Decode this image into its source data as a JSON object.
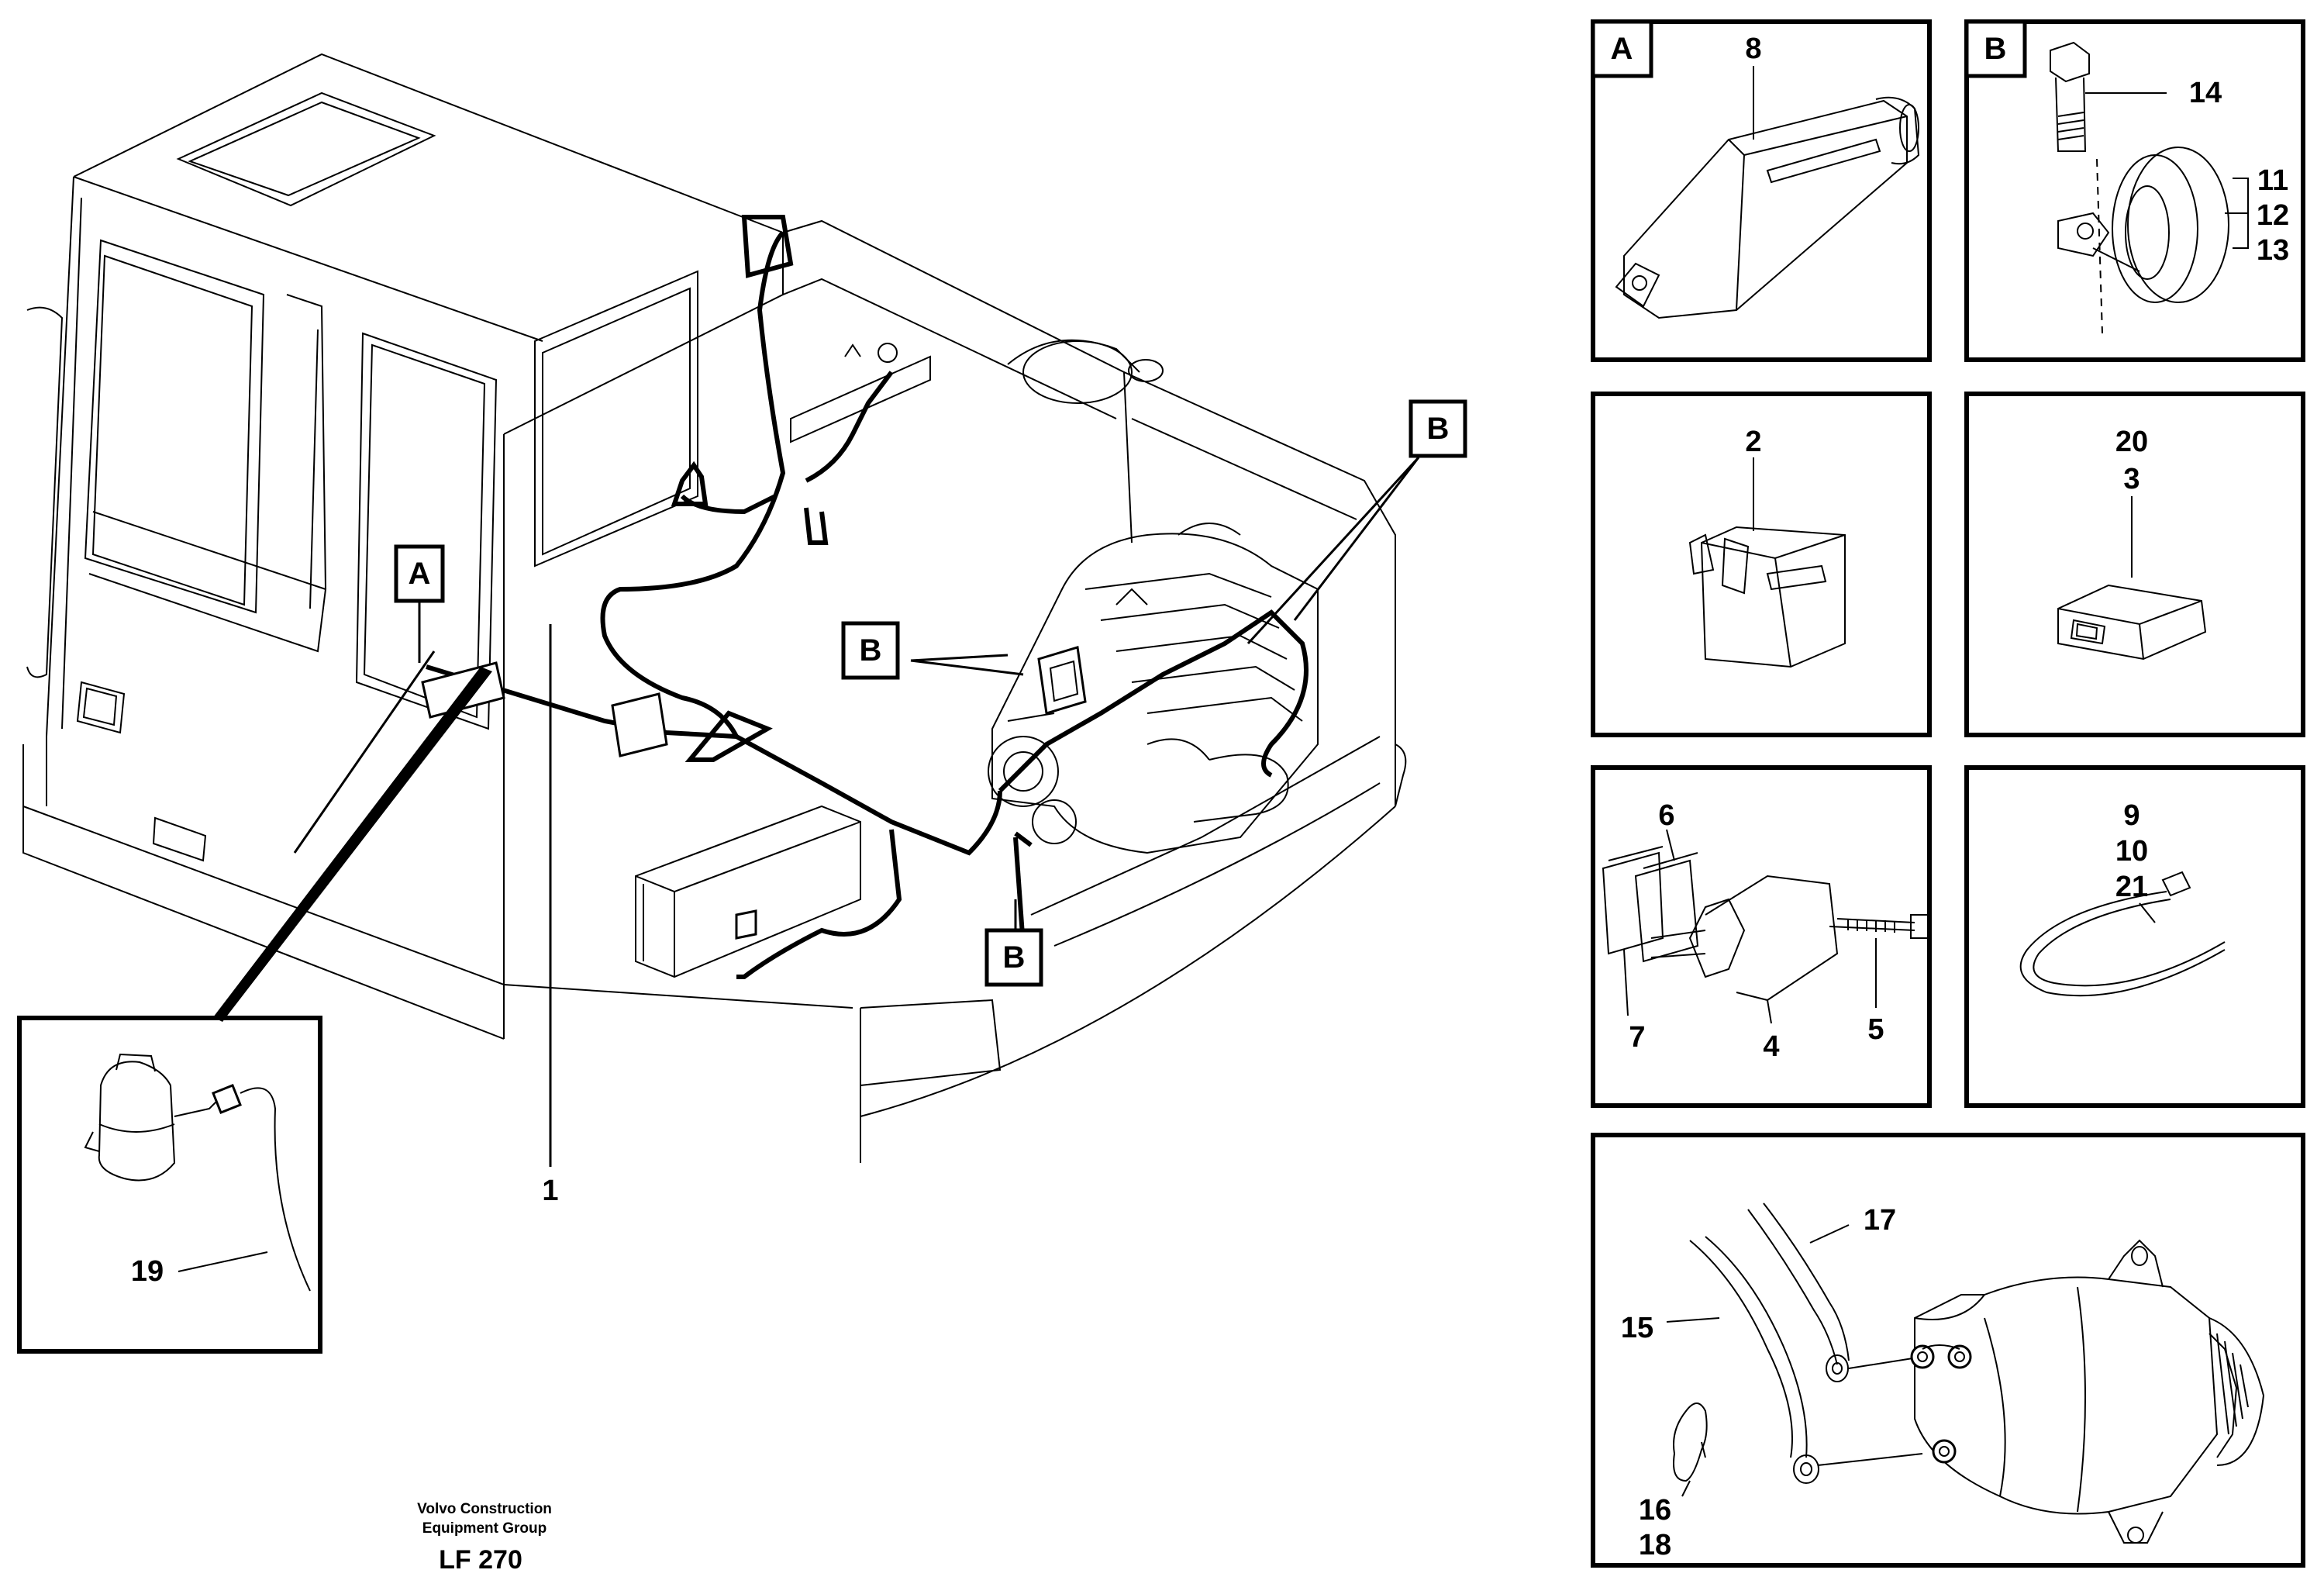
{
  "main_view": {
    "callouts": {
      "a_label": "A",
      "b_label_top": "B",
      "b_label_engine": "B",
      "b_label_bottom": "B",
      "part_1": "1"
    }
  },
  "detail_19": {
    "part_19": "19"
  },
  "panel_a": {
    "tag": "A",
    "part_8": "8"
  },
  "panel_b": {
    "tag": "B",
    "part_14": "14",
    "part_11": "11",
    "part_12": "12",
    "part_13": "13"
  },
  "panel_relay": {
    "part_2": "2"
  },
  "panel_connector": {
    "part_20": "20",
    "part_3": "3"
  },
  "panel_switch": {
    "part_6": "6",
    "part_7": "7",
    "part_4": "4",
    "part_5": "5"
  },
  "panel_tie": {
    "part_9": "9",
    "part_10": "10",
    "part_21": "21"
  },
  "panel_alternator": {
    "part_17": "17",
    "part_15": "15",
    "part_16": "16",
    "part_18": "18"
  },
  "footer": {
    "company_line1": "Volvo Construction",
    "company_line2": "Equipment Group",
    "page_code": "LF 270"
  }
}
